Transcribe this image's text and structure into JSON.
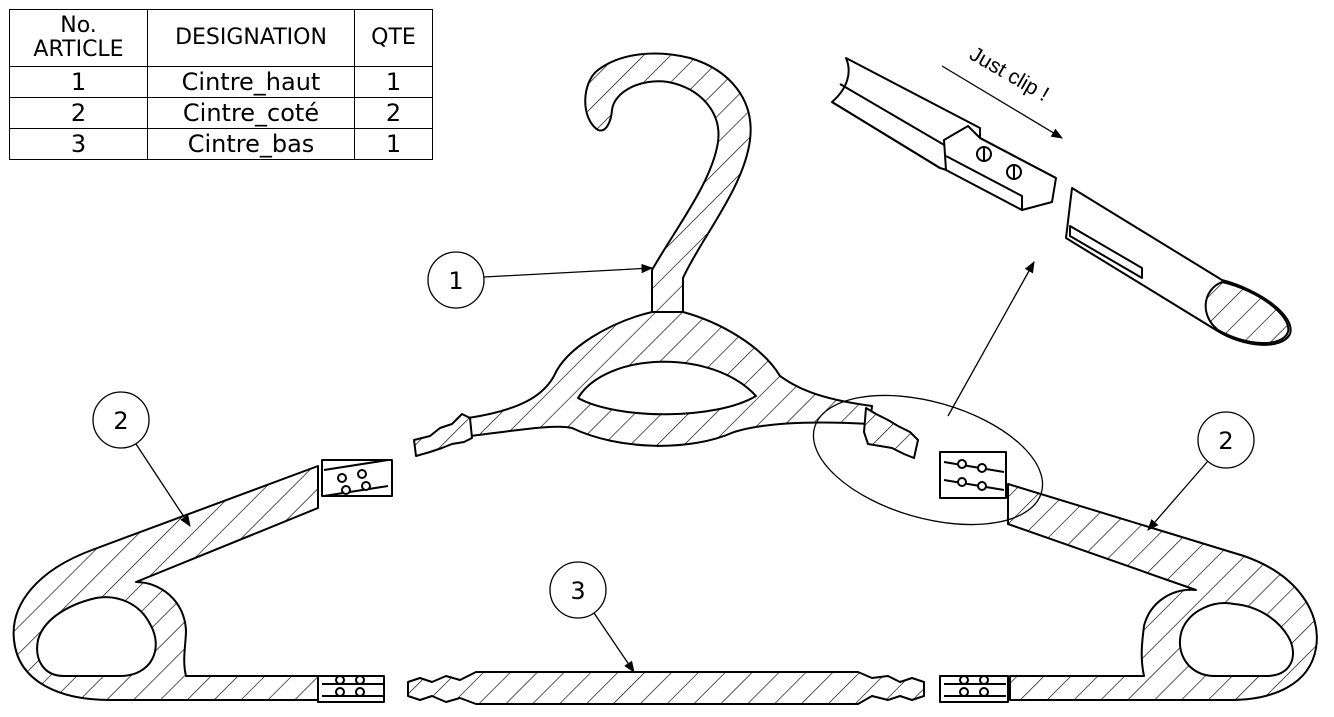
{
  "bom": {
    "headers": [
      "No.",
      "ARTICLE",
      "DESIGNATION",
      "QTE"
    ],
    "rows": [
      {
        "no": "1",
        "designation": "Cintre_haut",
        "qty": "1"
      },
      {
        "no": "2",
        "designation": "Cintre_coté",
        "qty": "2"
      },
      {
        "no": "3",
        "designation": "Cintre_bas",
        "qty": "1"
      }
    ]
  },
  "balloons": {
    "top": "1",
    "left_side": "2",
    "right_side": "2",
    "bottom": "3"
  },
  "note": "Just clip !",
  "colors": {
    "line": "#000000",
    "paper": "#ffffff"
  }
}
